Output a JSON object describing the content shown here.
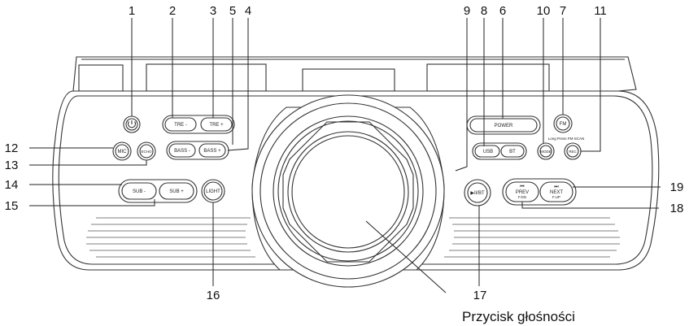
{
  "callouts": {
    "n1": "1",
    "n2": "2",
    "n3": "3",
    "n4": "4",
    "n5": "5",
    "n6": "6",
    "n7": "7",
    "n8": "8",
    "n9": "9",
    "n10": "10",
    "n11": "11",
    "n12": "12",
    "n13": "13",
    "n14": "14",
    "n15": "15",
    "n16": "16",
    "n17": "17",
    "n18": "18",
    "n19": "19"
  },
  "caption": "Przycisk głośności",
  "button_labels": {
    "tre_minus": "TRE -",
    "tre_plus": "TRE +",
    "bass_minus": "BASS -",
    "bass_plus": "BASS +",
    "mic": "MIC",
    "echo": "ECHO",
    "sub_minus": "SUB -",
    "sub_plus": "SUB +",
    "light": "LIGHT",
    "power": "POWER",
    "usb": "USB",
    "bt": "BT",
    "fm": "FM",
    "long_press": "Long Press FM-SCAN",
    "mode": "MODE",
    "record": "REC",
    "play_pause": "▶II/BT",
    "prev": "PREV",
    "prev_sub": "F.DN",
    "next": "NEXT",
    "next_sub": "F.UP",
    "prev_icon": "⏮",
    "next_icon": "⏭"
  }
}
